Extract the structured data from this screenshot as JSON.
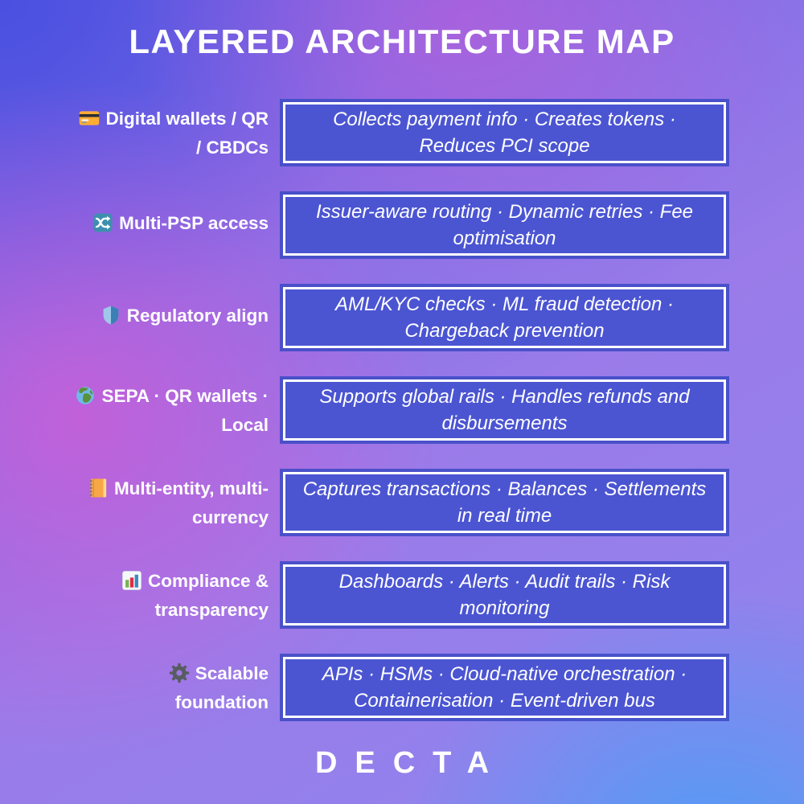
{
  "page": {
    "title": "LAYERED ARCHITECTURE MAP",
    "brand": "DECTA"
  },
  "colors": {
    "box_fill": "#4b55d2",
    "box_border": "#ffffff",
    "bg_indigo_top_left": "#5156df",
    "bg_magenta_left": "#cf5cd6",
    "bg_purple": "#9a7be9",
    "bg_sky_blue_bottom_right": "#4f9df5",
    "text": "#ffffff"
  },
  "rows": [
    {
      "icon": "credit-card-icon",
      "label": "Digital wallets / QR\n/ CBDCs",
      "description": "Collects payment info · Creates tokens · Reduces PCI scope"
    },
    {
      "icon": "shuffle-icon",
      "label": "Multi-PSP access",
      "description": "Issuer-aware routing · Dynamic retries · Fee optimisation"
    },
    {
      "icon": "shield-icon",
      "label": "Regulatory align",
      "description": "AML/KYC checks · ML fraud detection · Chargeback prevention"
    },
    {
      "icon": "globe-icon",
      "label": "SEPA · QR wallets ·\nLocal",
      "description": "Supports global rails · Handles refunds and disbursements"
    },
    {
      "icon": "ledger-icon",
      "label": "Multi-entity, multi-\ncurrency",
      "description": "Captures transactions · Balances · Settlements in real time"
    },
    {
      "icon": "bar-chart-icon",
      "label": "Compliance &\ntransparency",
      "description": "Dashboards · Alerts · Audit trails · Risk monitoring"
    },
    {
      "icon": "gear-icon",
      "label": "Scalable\nfoundation",
      "description": "APIs · HSMs · Cloud-native orchestration · Containerisation · Event-driven bus"
    }
  ]
}
